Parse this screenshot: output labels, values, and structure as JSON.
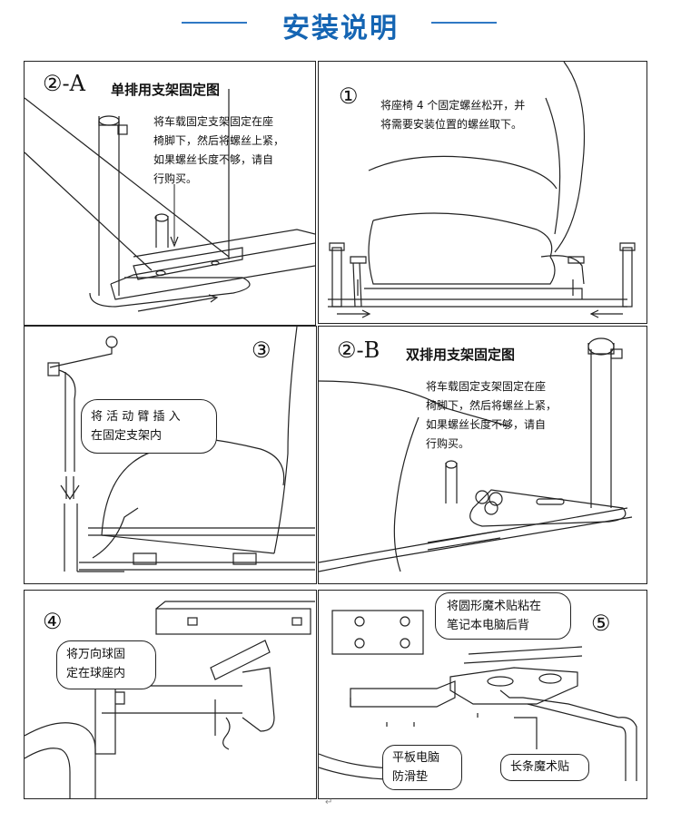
{
  "header": {
    "title": "安装说明"
  },
  "panels": {
    "p2a": {
      "step": "②-A",
      "heading": "单排用支架固定图",
      "text": [
        "将车载固定支架固定在座",
        "椅脚下，然后将螺丝上紧，",
        "如果螺丝长度不够，请自",
        "行购买。"
      ]
    },
    "p1": {
      "step": "①",
      "text": [
        "将座椅 4 个固定螺丝松开，并",
        "将需要安装位置的螺丝取下。"
      ]
    },
    "p3": {
      "step": "③",
      "text": [
        "将 活 动 臂 插 入",
        "在固定支架内"
      ]
    },
    "p2b": {
      "step": "②-B",
      "heading": "双排用支架固定图",
      "text": [
        "将车载固定支架固定在座",
        "椅脚下，然后将螺丝上紧，",
        "如果螺丝长度不够，请自",
        "行购买。"
      ]
    },
    "p4": {
      "step": "④",
      "text": [
        "将万向球固",
        "定在球座内"
      ]
    },
    "p5": {
      "step": "⑤",
      "top_text": [
        "将圆形魔术贴粘在",
        "笔记本电脑后背"
      ],
      "left_label": [
        "平板电脑",
        "防滑垫"
      ],
      "right_label": "长条魔术贴"
    }
  },
  "colors": {
    "title": "#1565b3",
    "rule": "#2f78c4",
    "line": "#222222"
  }
}
